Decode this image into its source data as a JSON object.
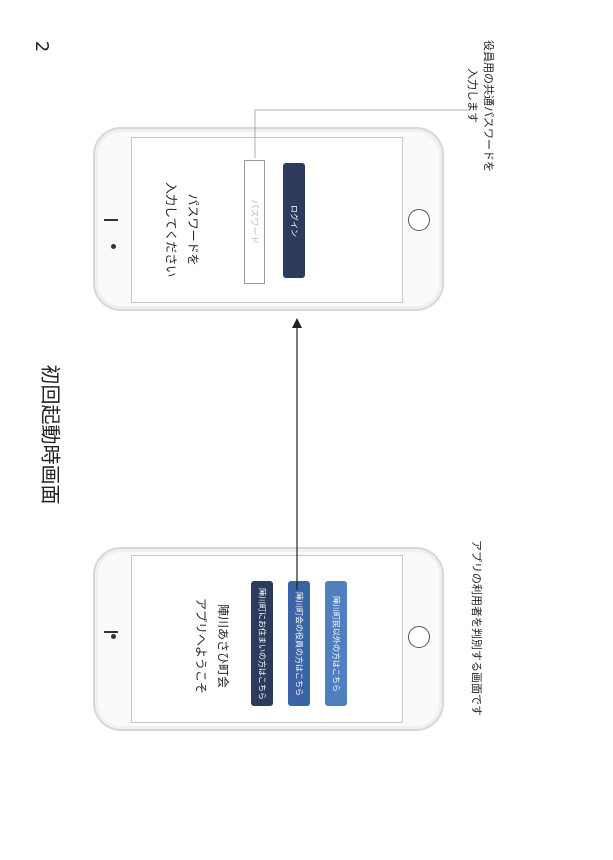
{
  "page": {
    "number": "2",
    "title": "初回起動時画面"
  },
  "screen_a": {
    "welcome_line1": "陣川あさひ町会",
    "welcome_line2": "アプリへようこそ",
    "buttons": [
      {
        "label": "陣川町にお住まいの方はこちら",
        "color": "#2c3a5c"
      },
      {
        "label": "陣川町会の役員の方はこちら",
        "color": "#3c63a6"
      },
      {
        "label": "陣川町民以外の方はこちら",
        "color": "#4f7fbf"
      }
    ],
    "caption": "アプリの利用者を判別する画面です"
  },
  "screen_b": {
    "prompt_line1": "パスワードを",
    "prompt_line2": "入力してください",
    "password_placeholder": "パスワード",
    "login_label": "ログイン",
    "login_color": "#2c3a5c",
    "caption_line1": "役員用の共通パスワードを",
    "caption_line2": "入力します"
  }
}
